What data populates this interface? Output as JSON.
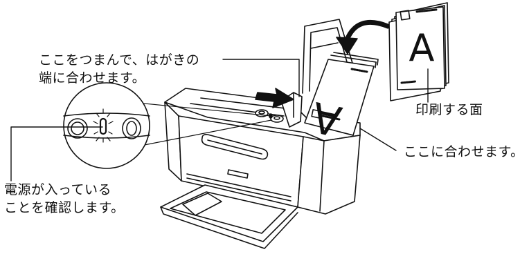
{
  "callouts": {
    "pinch_guide": {
      "line1": "ここをつまんで、はがきの",
      "line2": "端に合わせます。"
    },
    "print_face": "印刷する面",
    "align_here": "ここに合わせます。",
    "power_check": {
      "line1": "電源が入っている",
      "line2": "ことを確認します。"
    }
  },
  "paper_letter": "A",
  "colors": {
    "line": "#111111",
    "background": "#ffffff",
    "paper_stack": "#ffffff"
  },
  "icons": [
    "curved-arrow-icon",
    "push-arrow-icon",
    "power-lamp-icon"
  ]
}
